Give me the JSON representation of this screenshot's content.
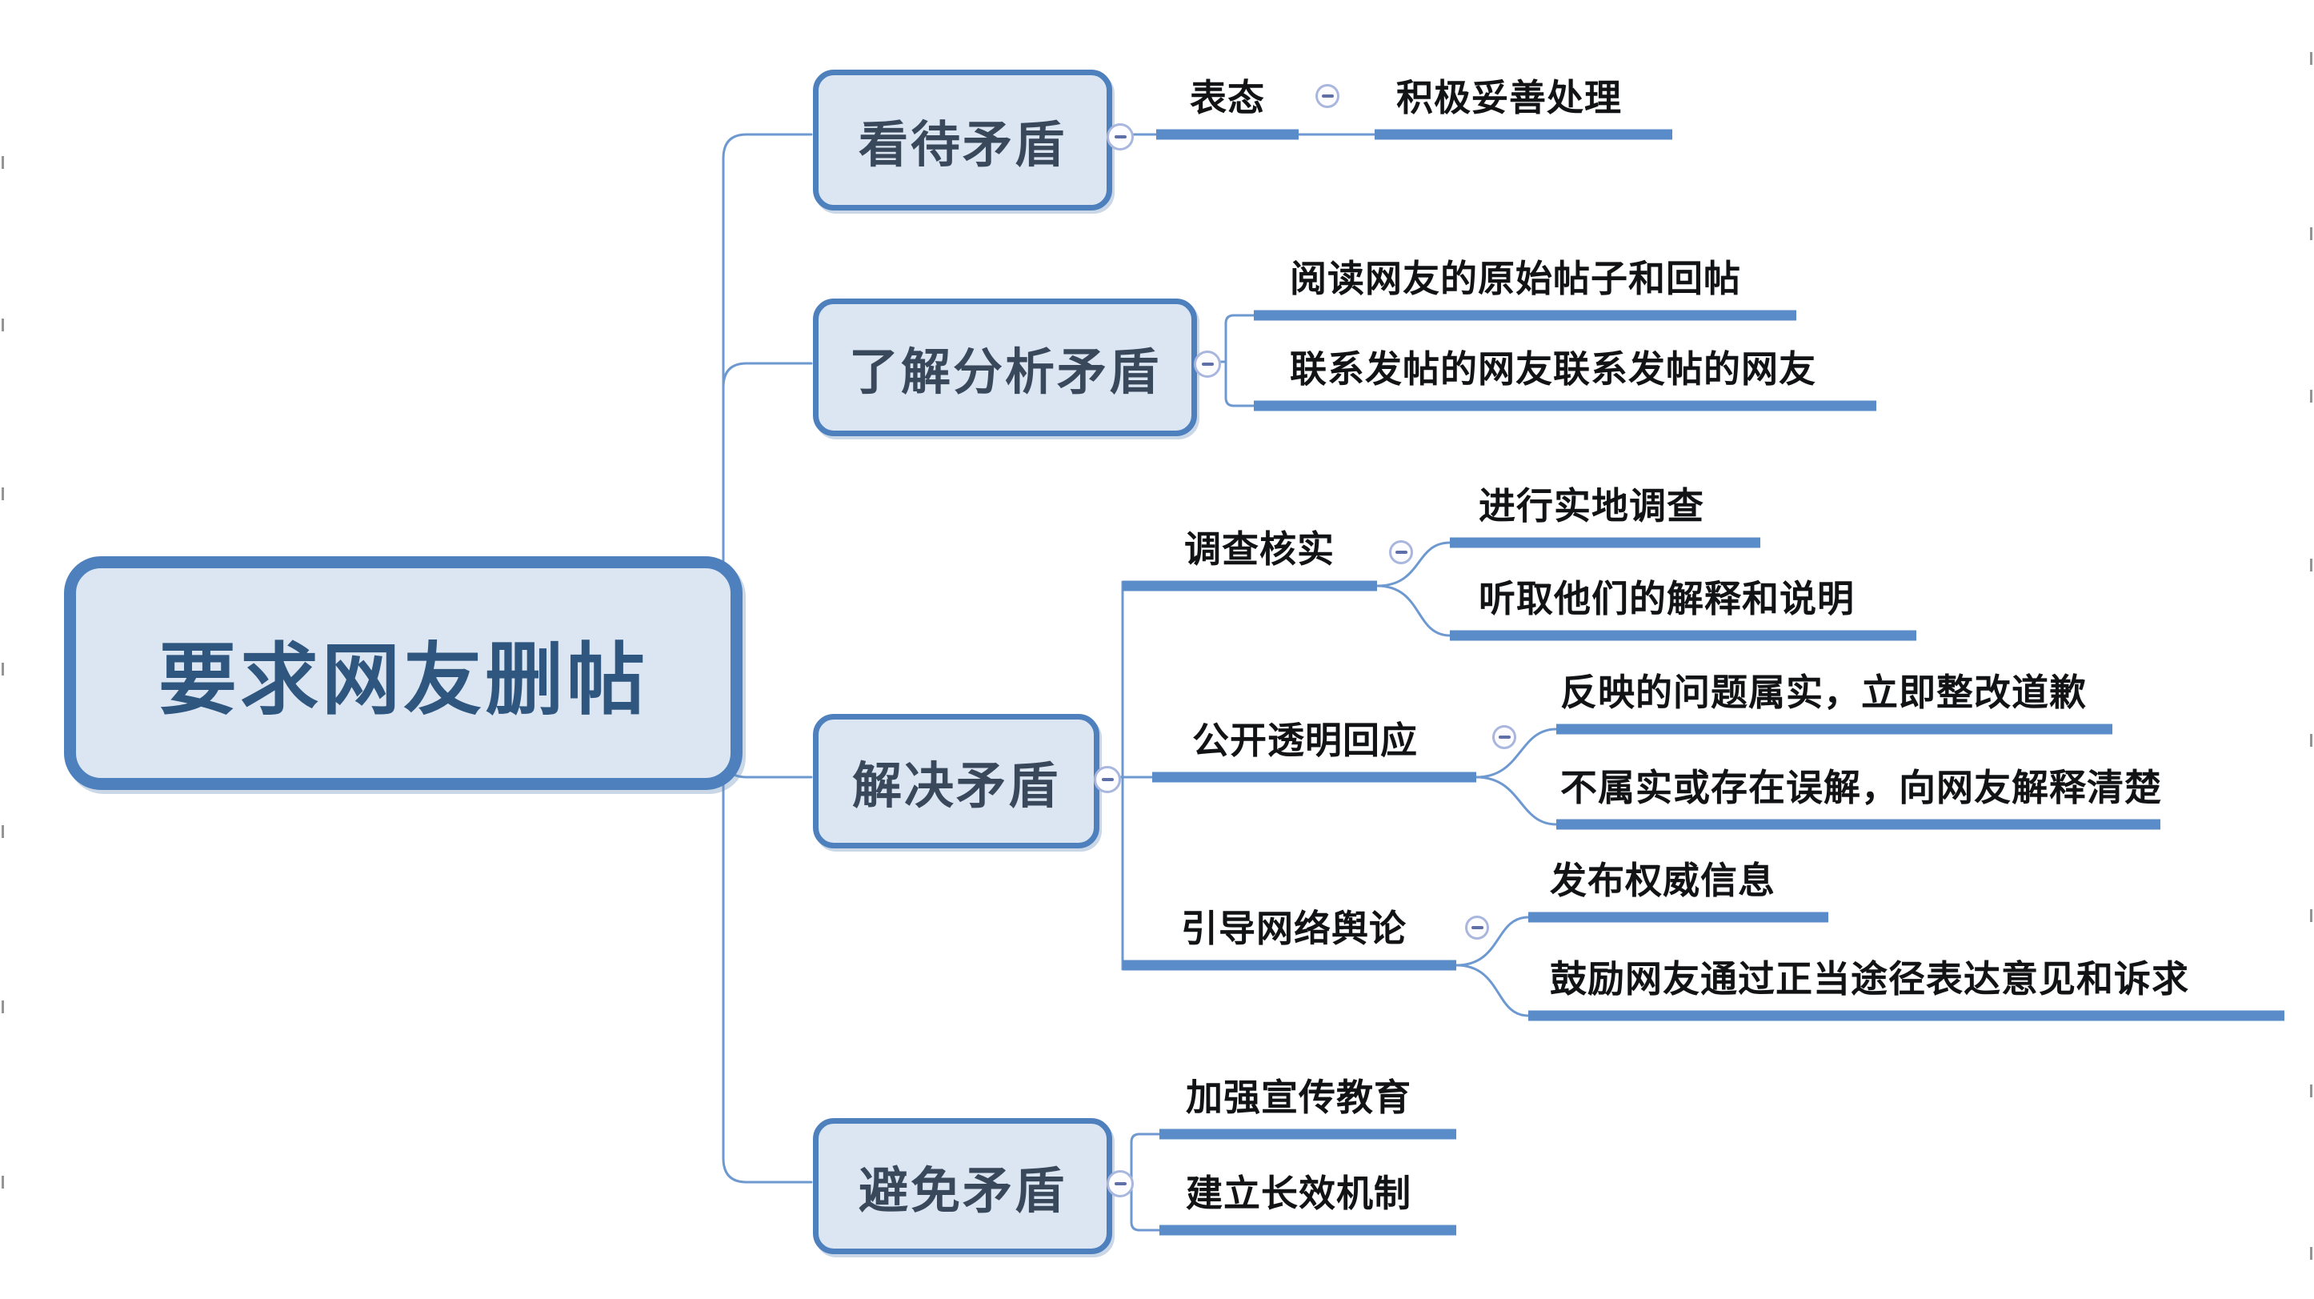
{
  "app": {
    "type": "mind-map",
    "title": "要求网友删帖"
  },
  "colors": {
    "box_fill": "#dce6f2",
    "box_border": "#4d80bc",
    "box_text": "#3a485c",
    "root_text": "#2e567f",
    "topic_line": "#5b8cca",
    "connector_line": "#6e99d0",
    "line_topic_text": "#121315",
    "collapse_ring": "#a9b6dd",
    "collapse_minus": "#5f6fa8"
  },
  "icons": {
    "collapse": "minus-circle"
  },
  "root": {
    "label": "要求网友删帖"
  },
  "branches": [
    {
      "label": "看待矛盾",
      "children": [
        {
          "label": "表态",
          "children": [
            {
              "label": "积极妥善处理"
            }
          ]
        }
      ]
    },
    {
      "label": "了解分析矛盾",
      "children": [
        {
          "label": "阅读网友的原始帖子和回帖"
        },
        {
          "label": "联系发帖的网友联系发帖的网友"
        }
      ]
    },
    {
      "label": "解决矛盾",
      "children": [
        {
          "label": "调查核实",
          "children": [
            {
              "label": "进行实地调查"
            },
            {
              "label": "听取他们的解释和说明"
            }
          ]
        },
        {
          "label": "公开透明回应",
          "children": [
            {
              "label": "反映的问题属实，立即整改道歉"
            },
            {
              "label": "不属实或存在误解，向网友解释清楚"
            }
          ]
        },
        {
          "label": "引导网络舆论",
          "children": [
            {
              "label": "发布权威信息"
            },
            {
              "label": "鼓励网友通过正当途径表达意见和诉求"
            }
          ]
        }
      ]
    },
    {
      "label": "避免矛盾",
      "children": [
        {
          "label": "加强宣传教育"
        },
        {
          "label": "建立长效机制"
        }
      ]
    }
  ]
}
